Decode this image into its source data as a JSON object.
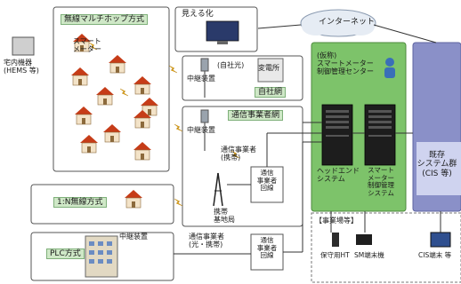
{
  "sections": {
    "multihop": "無線マルチホップ方式",
    "onen": "1:N無線方式",
    "plc": "PLC方式",
    "company_net": "自社網",
    "carrier_net": "通信事業者網",
    "existing": "既存\nシステム群\n(CIS 等)"
  },
  "labels": {
    "visualize": "見える化",
    "internet": "インターネット",
    "home_device": "宅内機器\n(HEMS 等)",
    "smart_meter": "スマート\nメーター",
    "own_light": "(自社光)",
    "substation": "変電所",
    "relay1": "中継装置",
    "relay2": "中継装置",
    "relay3": "中継装置",
    "carrier_mobile": "通信事業者\n(携帯)",
    "carrier_line": "通信\n事業者\n回線",
    "cell_station": "携帯\n基地局",
    "carrier_optical": "通信事業者\n(光・携帯)",
    "carrier_line2": "通信\n事業者\n回線",
    "center": "(仮称)\nスマートメーター\n制御管理センター",
    "headend": "ヘッドエンド\nシステム",
    "smsystem": "スマート\nメーター\n制御管理\nシステム",
    "business": "【事業場等】",
    "maint_ht": "保守用HT",
    "sm_terminal": "SM端末機",
    "cis_terminal": "CIS端末 等"
  },
  "colors": {
    "green_fill": "#cfe8c7",
    "center_fill": "#7dc36a",
    "existing_fill": "#8a90c8",
    "line": "#333333",
    "bolt": "#f2b10a"
  }
}
